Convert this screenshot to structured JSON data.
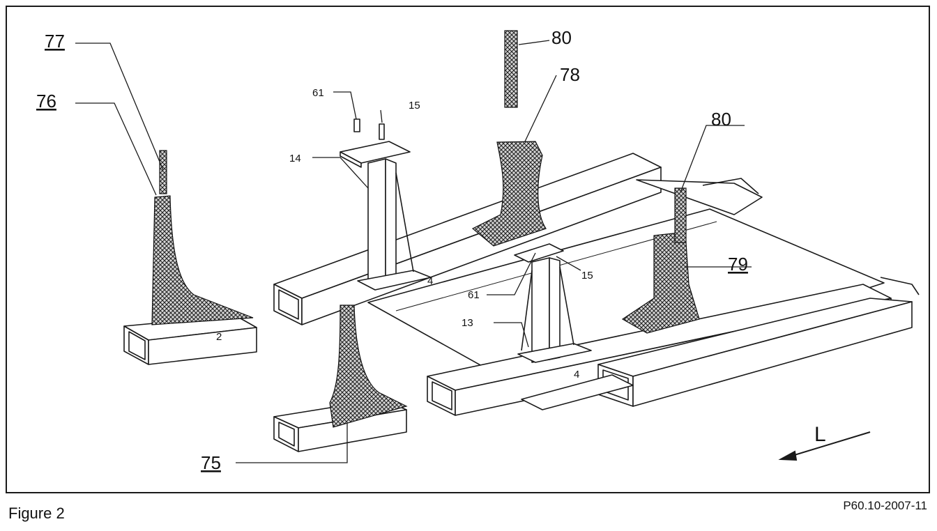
{
  "figure": {
    "caption": "Figure 2",
    "code": "P60.10-2007-11"
  },
  "labels": {
    "l77": "77",
    "l76": "76",
    "l75": "75",
    "l80a": "80",
    "l78": "78",
    "l80b": "80",
    "l79": "79",
    "l61a": "61",
    "l15a": "15",
    "l14": "14",
    "l15b": "15",
    "l61b": "61",
    "l13": "13",
    "l4a": "4",
    "l4b": "4",
    "l2": "2",
    "arrow": "L"
  },
  "colors": {
    "line": "#1a1a1a",
    "mesh": "#333333",
    "background": "#ffffff"
  }
}
